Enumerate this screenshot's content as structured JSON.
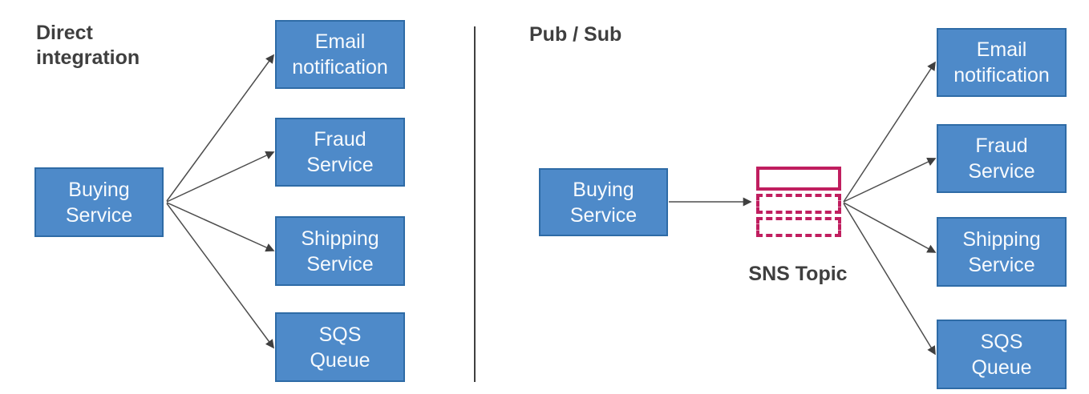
{
  "colors": {
    "box_fill": "#4e8ac9",
    "box_border": "#2e6ba6",
    "box_text": "#f7fafd",
    "arrow": "#4d4d4d",
    "title_text": "#3f3f3f",
    "divider": "#404040",
    "sns_accent": "#c01e5f"
  },
  "left_panel": {
    "title": "Direct\nintegration",
    "source": {
      "label": "Buying\nService"
    },
    "targets": [
      {
        "label": "Email notification"
      },
      {
        "label": "Fraud Service"
      },
      {
        "label": "Shipping Service"
      },
      {
        "label": "SQS Queue"
      }
    ]
  },
  "right_panel": {
    "title": "Pub / Sub",
    "source": {
      "label": "Buying\nService"
    },
    "topic": {
      "label": "SNS Topic",
      "icon": "sns-topic-icon"
    },
    "targets": [
      {
        "label": "Email notification"
      },
      {
        "label": "Fraud Service"
      },
      {
        "label": "Shipping Service"
      },
      {
        "label": "SQS Queue"
      }
    ]
  }
}
